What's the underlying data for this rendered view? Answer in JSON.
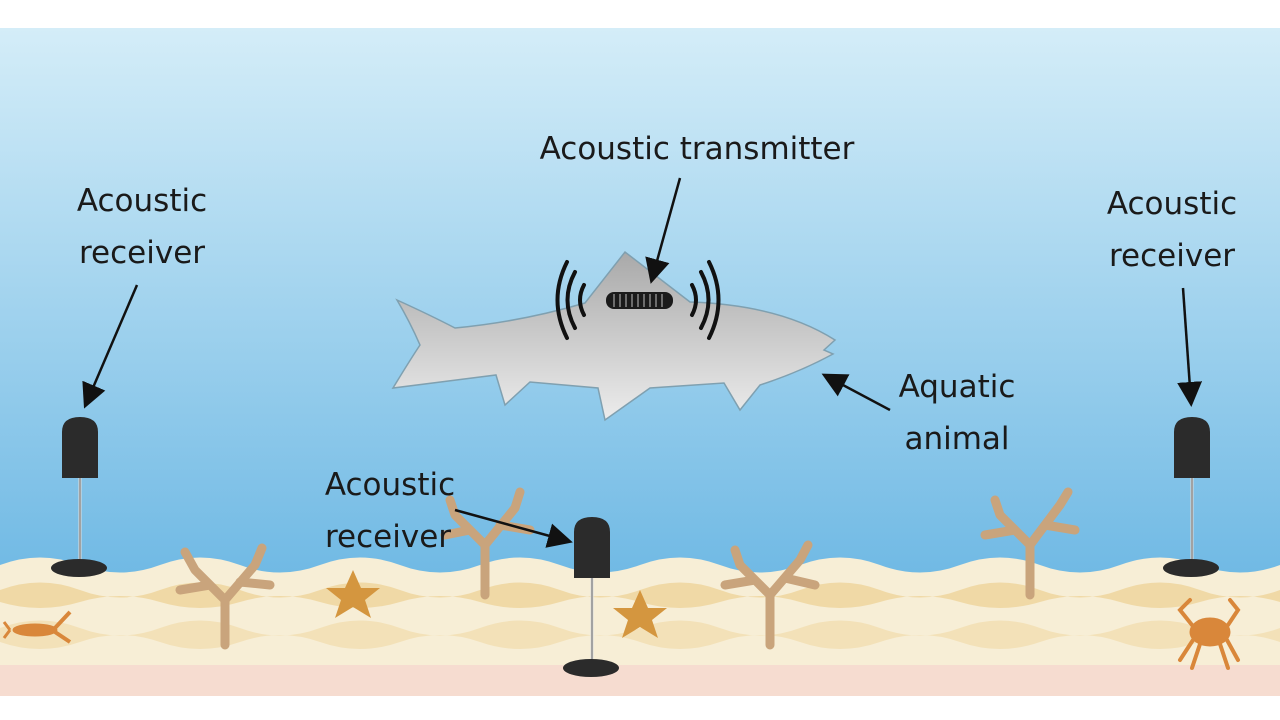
{
  "labels": {
    "transmitter": "Acoustic transmitter",
    "receiver_left": [
      "Acoustic",
      "receiver"
    ],
    "receiver_right": [
      "Acoustic",
      "receiver"
    ],
    "receiver_middle": [
      "Acoustic",
      "receiver"
    ],
    "animal": [
      "Aquatic",
      "animal"
    ]
  },
  "colors": {
    "water_top": "#d4edf8",
    "water_bottom": "#5aaee0",
    "sand": "#f7eed6",
    "sand_stripe": "#f0d9a6",
    "fish": "#c4c4c4",
    "receiver": "#2b2b2b",
    "coral": "#c9a47c",
    "starfish": "#d4963f"
  }
}
